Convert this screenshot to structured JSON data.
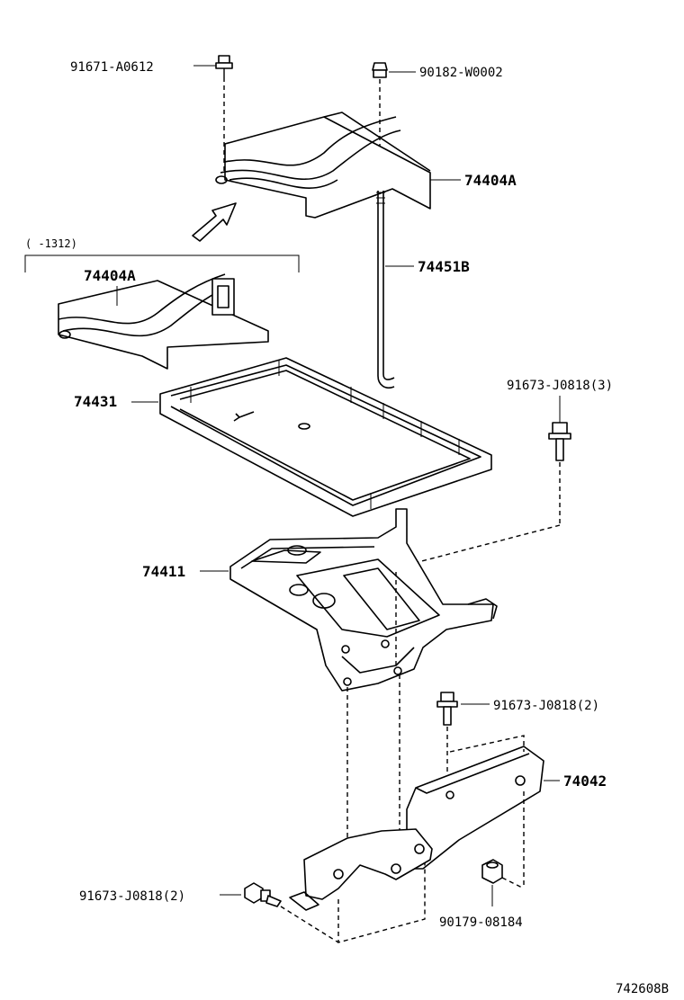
{
  "diagram_id": "742608B",
  "note_range": "(      -1312)",
  "callouts": {
    "p91671_A0612": "91671-A0612",
    "p90182_W0002": "90182-W0002",
    "p74404A_upper": "74404A",
    "p74404A_lower": "74404A",
    "p74451B": "74451B",
    "p74431": "74431",
    "p91673_J0818_3": "91673-J0818(3)",
    "p74411": "74411",
    "p91673_J0818_2_right": "91673-J0818(2)",
    "p74042": "74042",
    "p91673_J0818_2_left": "91673-J0818(2)",
    "p90179_08184": "90179-08184"
  }
}
